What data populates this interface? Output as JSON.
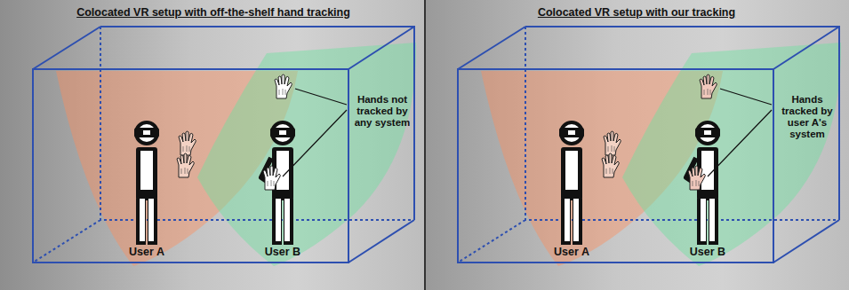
{
  "diagram": {
    "labels": [
      "Colocated VR setup with off-the-shelf hand tracking",
      "User A",
      "User B",
      "Hands not tracked by any system",
      "Colocated VR setup with our tracking",
      "User A",
      "User B",
      "Hands tracked by user A's system"
    ]
  }
}
